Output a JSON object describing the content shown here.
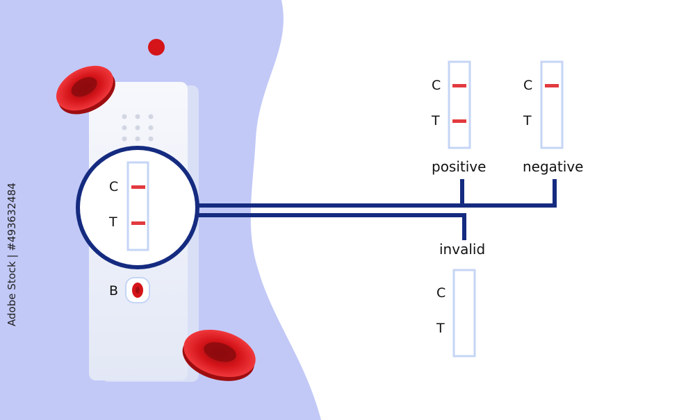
{
  "colors": {
    "backdrop": "#c2c9f7",
    "device": "#f3f5fb",
    "navy": "#152b80",
    "strip_border": "#c5d5f5",
    "line_red": "#e23a3f",
    "blood": "#d41419"
  },
  "test_device": {
    "sample_well_label": "B",
    "zoom_lens": {
      "control_label": "C",
      "test_label": "T"
    }
  },
  "results": [
    {
      "id": "positive",
      "label": "positive",
      "control_label": "C",
      "test_label": "T"
    },
    {
      "id": "negative",
      "label": "negative",
      "control_label": "C",
      "test_label": "T"
    },
    {
      "id": "invalid",
      "label": "invalid",
      "control_label": "C",
      "test_label": "T"
    }
  ],
  "credit_text": "Adobe Stock | #493632484"
}
